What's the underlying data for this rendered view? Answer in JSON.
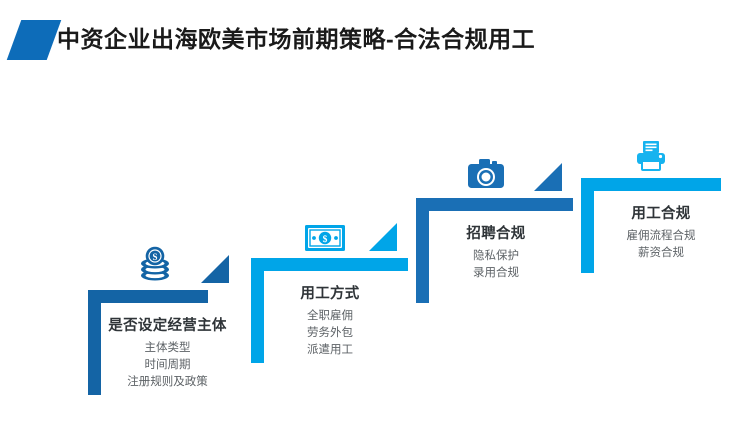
{
  "title": {
    "text": "中资企业出海欧美市场前期策略-合法合规用工",
    "marker_color": "#0d6cb9"
  },
  "colors": {
    "dark_blue": "#1464a5",
    "cyan_blue": "#00a5e8",
    "mid_blue": "#1a6fb5",
    "heading_text": "#2f3438",
    "sub_text": "#5d6266"
  },
  "steps": [
    {
      "id": "step-1",
      "icon": "coin-stack-icon",
      "title": "是否设定经营主体",
      "items": [
        "主体类型",
        "时间周期",
        "注册规则及政策"
      ],
      "color": "#1464a5"
    },
    {
      "id": "step-2",
      "icon": "banknote-icon",
      "title": "用工方式",
      "items": [
        "全职雇佣",
        "劳务外包",
        "派遣用工"
      ],
      "color": "#00a5e8"
    },
    {
      "id": "step-3",
      "icon": "camera-icon",
      "title": "招聘合规",
      "items": [
        "隐私保护",
        "录用合规"
      ],
      "color": "#1a6fb5"
    },
    {
      "id": "step-4",
      "icon": "printer-icon",
      "title": "用工合规",
      "items": [
        "雇佣流程合规",
        "薪资合规"
      ],
      "color": "#00a5e8"
    }
  ]
}
